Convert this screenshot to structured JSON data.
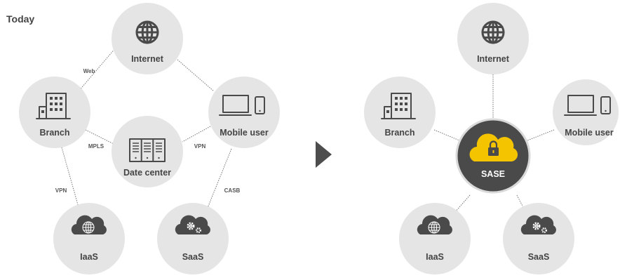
{
  "heading": "Today",
  "colors": {
    "circle": "#e5e5e5",
    "hub": "#4a4a4a",
    "accent": "#f5c400",
    "text": "#444444"
  },
  "today": {
    "nodes": {
      "internet": "Internet",
      "branch": "Branch",
      "datacenter": "Date center",
      "mobile": "Mobile user",
      "iaas": "IaaS",
      "saas": "SaaS"
    },
    "links": {
      "web": "Web",
      "mpls": "MPLS",
      "vpn_mobile": "VPN",
      "vpn_iaas": "VPN",
      "casb": "CASB"
    }
  },
  "arrow_icon": "play-arrow-icon",
  "sase": {
    "nodes": {
      "internet": "Internet",
      "branch": "Branch",
      "mobile": "Mobile user",
      "hub": "SASE",
      "iaas": "IaaS",
      "saas": "SaaS"
    }
  }
}
